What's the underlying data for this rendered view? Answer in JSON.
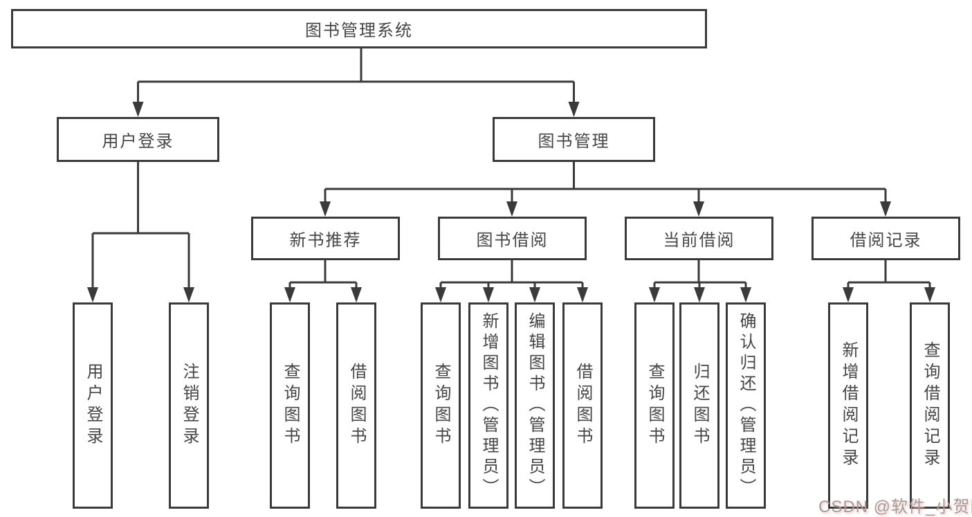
{
  "tree": {
    "root": {
      "label": "图书管理系统"
    },
    "branches": [
      {
        "label": "用户登录",
        "leaves": [
          {
            "label": "用户登录"
          },
          {
            "label": "注销登录"
          }
        ]
      },
      {
        "label": "图书管理",
        "groups": [
          {
            "label": "新书推荐",
            "leaves": [
              {
                "label": "查询图书"
              },
              {
                "label": "借阅图书"
              }
            ]
          },
          {
            "label": "图书借阅",
            "leaves": [
              {
                "label": "查询图书"
              },
              {
                "label": "新增图书（管理员）"
              },
              {
                "label": "编辑图书（管理员）"
              },
              {
                "label": "借阅图书"
              }
            ]
          },
          {
            "label": "当前借阅",
            "leaves": [
              {
                "label": "查询图书"
              },
              {
                "label": "归还图书"
              },
              {
                "label": "确认归还（管理员）"
              }
            ]
          },
          {
            "label": "借阅记录",
            "leaves": [
              {
                "label": "新增借阅记录"
              },
              {
                "label": "查询借阅记录"
              }
            ]
          }
        ]
      }
    ]
  },
  "watermark": {
    "text": "CSDN @软件_小贺同学"
  },
  "colors": {
    "line": "#3a3a3a",
    "box_border": "#3a3a3a",
    "text": "#454545",
    "watermark": "#9e9e9e",
    "background": "#ffffff"
  }
}
